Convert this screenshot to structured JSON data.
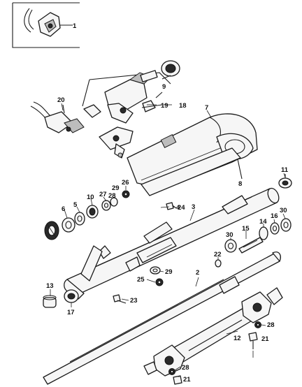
{
  "diagram": {
    "callouts": [
      {
        "id": "c1",
        "text": "1"
      },
      {
        "id": "c2",
        "text": "2"
      },
      {
        "id": "c3",
        "text": "3"
      },
      {
        "id": "c4",
        "text": "4"
      },
      {
        "id": "c5",
        "text": "5"
      },
      {
        "id": "c6",
        "text": "6"
      },
      {
        "id": "c7",
        "text": "7"
      },
      {
        "id": "c8",
        "text": "8"
      },
      {
        "id": "c9",
        "text": "9"
      },
      {
        "id": "c10",
        "text": "10"
      },
      {
        "id": "c11",
        "text": "11"
      },
      {
        "id": "c12",
        "text": "12"
      },
      {
        "id": "c13",
        "text": "13"
      },
      {
        "id": "c14",
        "text": "14"
      },
      {
        "id": "c15",
        "text": "15"
      },
      {
        "id": "c16",
        "text": "16"
      },
      {
        "id": "c17",
        "text": "17"
      },
      {
        "id": "c18",
        "text": "18"
      },
      {
        "id": "c19",
        "text": "19"
      },
      {
        "id": "c20",
        "text": "20"
      },
      {
        "id": "c21a",
        "text": "21"
      },
      {
        "id": "c21b",
        "text": "21"
      },
      {
        "id": "c22",
        "text": "22"
      },
      {
        "id": "c23",
        "text": "23"
      },
      {
        "id": "c24",
        "text": "24"
      },
      {
        "id": "c25",
        "text": "25"
      },
      {
        "id": "c26",
        "text": "26"
      },
      {
        "id": "c27",
        "text": "27"
      },
      {
        "id": "c28a",
        "text": "28"
      },
      {
        "id": "c28b",
        "text": "28"
      },
      {
        "id": "c28c",
        "text": "28"
      },
      {
        "id": "c29a",
        "text": "29"
      },
      {
        "id": "c29b",
        "text": "29"
      },
      {
        "id": "c30a",
        "text": "30"
      },
      {
        "id": "c30b",
        "text": "30"
      }
    ]
  }
}
